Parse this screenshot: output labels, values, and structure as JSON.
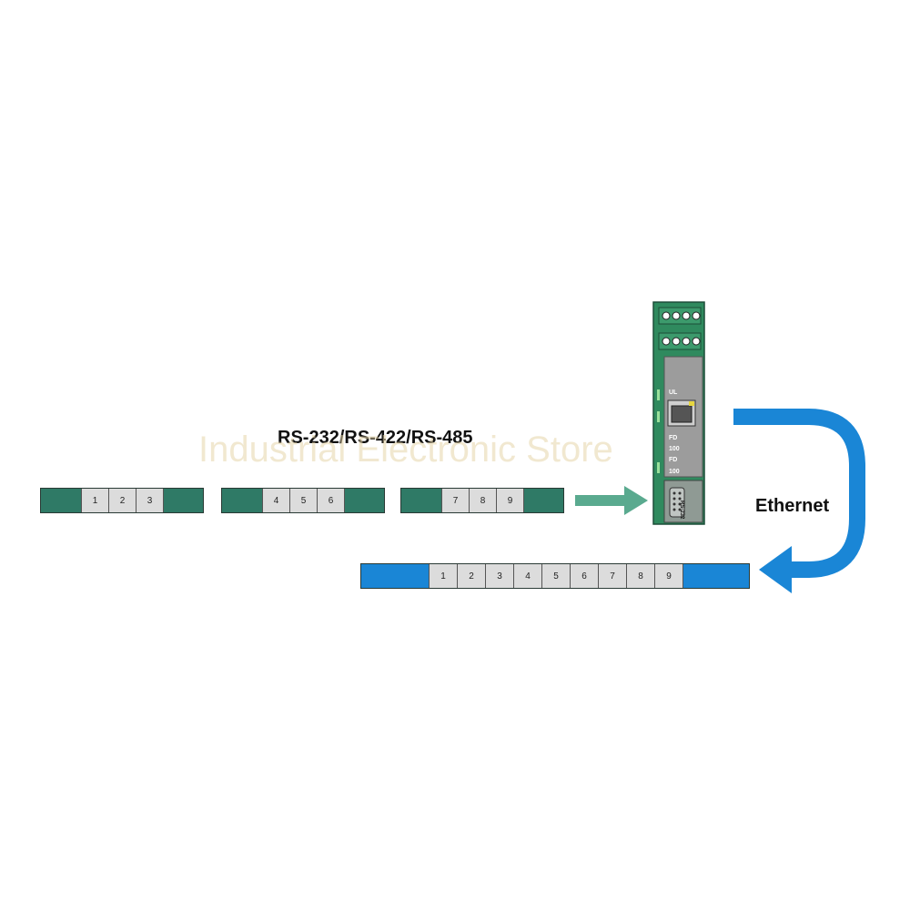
{
  "title": "RS-232/RS-422/RS-485",
  "ethernet_label": "Ethernet",
  "watermark": "Industrial Electronic Store",
  "serial_frames": [
    {
      "cells": [
        "1",
        "2",
        "3"
      ]
    },
    {
      "cells": [
        "4",
        "5",
        "6"
      ]
    },
    {
      "cells": [
        "7",
        "8",
        "9"
      ]
    }
  ],
  "ethernet_frame": {
    "cells": [
      "1",
      "2",
      "3",
      "4",
      "5",
      "6",
      "7",
      "8",
      "9"
    ]
  },
  "device": {
    "leds": [
      "UL",
      "FD",
      "100",
      "FD",
      "100"
    ],
    "port_label": "RS-232"
  },
  "colors": {
    "serial_green": "#2f7a66",
    "arrow_green": "#5aaa8f",
    "ethernet_blue": "#1a86d6",
    "device_green": "#2f8a5e"
  }
}
